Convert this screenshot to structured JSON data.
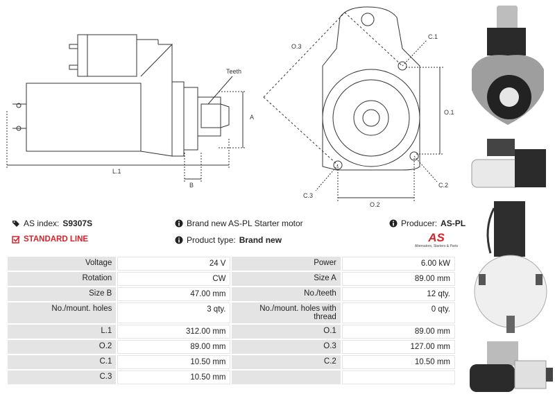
{
  "drawing_labels": {
    "teeth": "Teeth",
    "a": "A",
    "l1": "L.1",
    "b": "B",
    "o3": "O.3",
    "c1": "C.1",
    "o1": "O.1",
    "o2": "O.2",
    "c2": "C.2",
    "c3": "C.3"
  },
  "info": {
    "as_index_label": "AS index:",
    "as_index_value": "S9307S",
    "line_label": "STANDARD LINE",
    "desc": "Brand new AS-PL Starter motor",
    "product_type_label": "Product type:",
    "product_type_value": "Brand new",
    "producer_label": "Producer:",
    "producer_value": "AS-PL",
    "logo_text": "AS",
    "logo_subtext": "Alternators, Starters & Parts"
  },
  "specs": [
    {
      "l1": "Voltage",
      "v1": "24 V",
      "l2": "Power",
      "v2": "6.00 kW"
    },
    {
      "l1": "Rotation",
      "v1": "CW",
      "l2": "Size A",
      "v2": "89.00 mm"
    },
    {
      "l1": "Size B",
      "v1": "47.00 mm",
      "l2": "No./teeth",
      "v2": "12 qty."
    },
    {
      "l1": "No./mount. holes",
      "v1": "3 qty.",
      "l2": "No./mount. holes with thread",
      "v2": "0 qty."
    },
    {
      "l1": "L.1",
      "v1": "312.00 mm",
      "l2": "O.1",
      "v2": "89.00 mm"
    },
    {
      "l1": "O.2",
      "v1": "89.00 mm",
      "l2": "O.3",
      "v2": "127.00 mm"
    },
    {
      "l1": "C.1",
      "v1": "10.50 mm",
      "l2": "C.2",
      "v2": "10.50 mm"
    },
    {
      "l1": "C.3",
      "v1": "10.50 mm",
      "l2": "",
      "v2": ""
    }
  ],
  "colors": {
    "accent_red": "#d4232a",
    "label_bg": "#e4e4e4"
  }
}
